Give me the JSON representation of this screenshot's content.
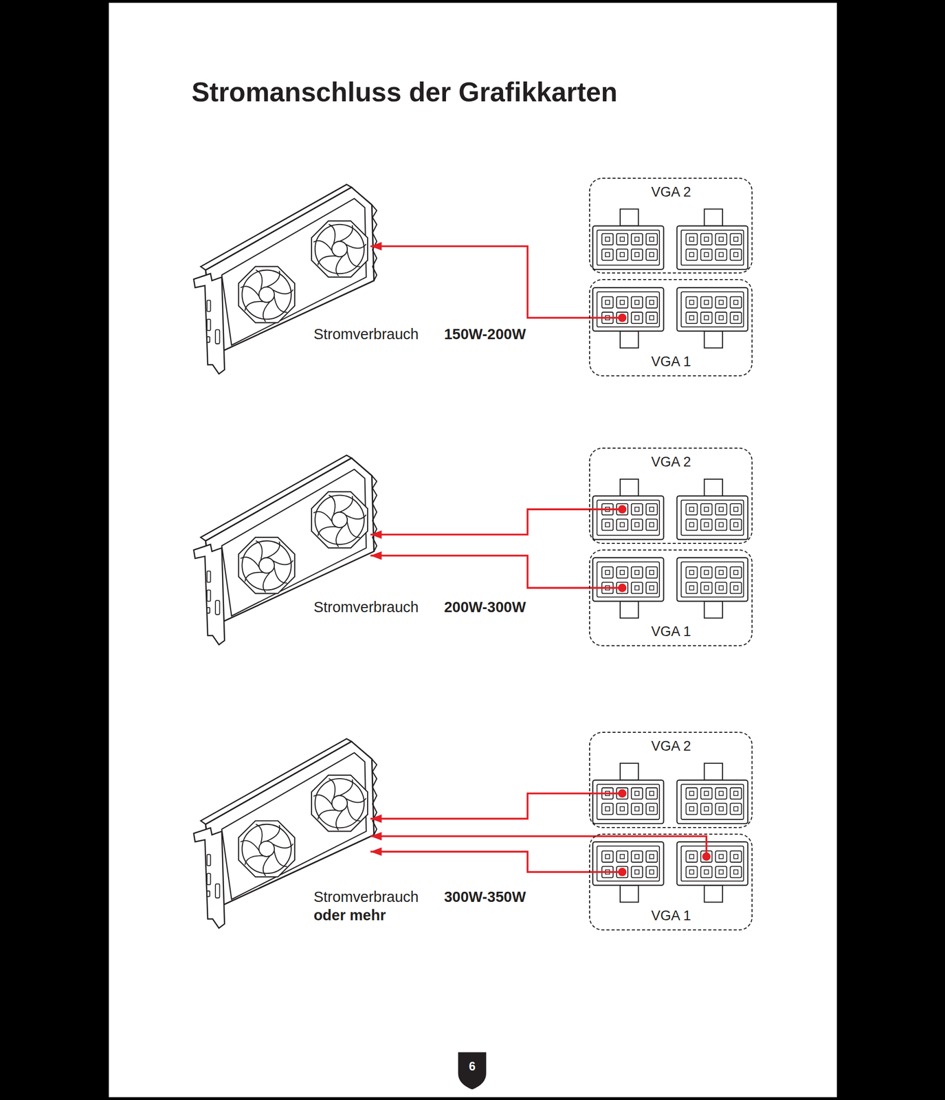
{
  "diagram": {
    "title": "Stromanschluss der Grafikkarten",
    "nodes": [
      {
        "text": [
          "VGA 2"
        ]
      },
      {
        "text": [
          "VGA 1"
        ]
      },
      {
        "text": [
          "VGA 2"
        ]
      },
      {
        "text": [
          "VGA 1"
        ]
      },
      {
        "text": [
          "VGA 2"
        ]
      },
      {
        "text": [
          "VGA 1"
        ]
      }
    ],
    "labels": [
      "Stromverbrauch",
      "150W-200W",
      "Stromverbrauch",
      "200W-300W",
      "Stromverbrauch",
      "300W-350W",
      "oder mehr",
      "6"
    ]
  }
}
